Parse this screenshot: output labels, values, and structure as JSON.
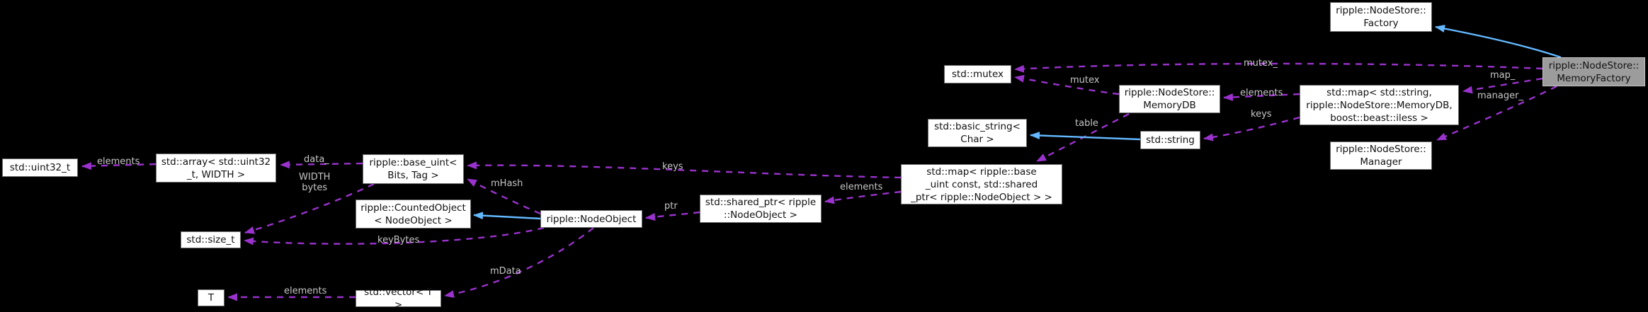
{
  "diagram": {
    "type": "doxygen-collaboration-graph",
    "highlighted_node": "ripple::NodeStore::MemoryFactory"
  },
  "colors": {
    "background": "#000000",
    "usage_edge": "#9a32cd",
    "inheritance_edge": "#63b8ff",
    "node_fill": "#ffffff",
    "node_border": "#6e6e6e",
    "highlight_fill": "#9c9c9c",
    "label_text": "#c6c6c6"
  },
  "nodes": [
    {
      "id": "std-uint32-t",
      "label": "std::uint32_t"
    },
    {
      "id": "std-array",
      "label": "std::array< std::uint32\n_t, WIDTH >"
    },
    {
      "id": "ripple-base-uint",
      "label": "ripple::base_uint<\nBits, Tag >"
    },
    {
      "id": "ripple-counted-object",
      "label": "ripple::CountedObject\n< NodeObject >"
    },
    {
      "id": "ripple-node-object",
      "label": "ripple::NodeObject"
    },
    {
      "id": "std-size-t",
      "label": "std::size_t"
    },
    {
      "id": "t",
      "label": "T"
    },
    {
      "id": "std-vector",
      "label": "std::vector< T >"
    },
    {
      "id": "std-shared-ptr",
      "label": "std::shared_ptr< ripple\n::NodeObject >"
    },
    {
      "id": "std-map-base-uint",
      "label": "std::map< ripple::base\n_uint const, std::shared\n_ptr< ripple::NodeObject > >"
    },
    {
      "id": "std-basic-string",
      "label": "std::basic_string<\nChar >"
    },
    {
      "id": "std-string",
      "label": "std::string"
    },
    {
      "id": "ripple-nodestore-memorydb",
      "label": "ripple::NodeStore::\nMemoryDB"
    },
    {
      "id": "std-mutex",
      "label": "std::mutex"
    },
    {
      "id": "std-map-string",
      "label": "std::map< std::string,\nripple::NodeStore::MemoryDB,\nboost::beast::iless >"
    },
    {
      "id": "ripple-nodestore-manager",
      "label": "ripple::NodeStore::\nManager"
    },
    {
      "id": "ripple-nodestore-factory",
      "label": "ripple::NodeStore::\nFactory"
    },
    {
      "id": "ripple-nodestore-memoryfactory",
      "label": "ripple::NodeStore::\nMemoryFactory"
    }
  ],
  "edge_labels": [
    {
      "text": "elements"
    },
    {
      "text": "data_"
    },
    {
      "text": "WIDTH\nbytes"
    },
    {
      "text": "mHash"
    },
    {
      "text": "keys"
    },
    {
      "text": "ptr"
    },
    {
      "text": "elements"
    },
    {
      "text": "keyBytes"
    },
    {
      "text": "mData"
    },
    {
      "text": "elements"
    },
    {
      "text": "table"
    },
    {
      "text": "mutex"
    },
    {
      "text": "mutex_"
    },
    {
      "text": "elements"
    },
    {
      "text": "keys"
    },
    {
      "text": "map_"
    },
    {
      "text": "manager_"
    }
  ]
}
